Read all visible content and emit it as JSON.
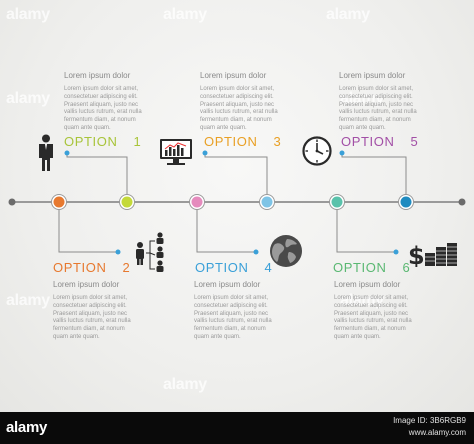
{
  "watermark": "alamy",
  "heading": "Lorem ipsum dolor",
  "body_lines": [
    "Lorem ipsum dolor sit amet,",
    "consectetuer adipiscing elit.",
    "Praesent aliquam, justo nec",
    "vallis luctus rutrum, erat nulla",
    "fermentum diam, at nonum",
    "quam ante quam."
  ],
  "options": [
    {
      "label": "OPTION",
      "num": "1",
      "color": "#a8c43a",
      "icon": "businessman-icon"
    },
    {
      "label": "OPTION",
      "num": "2",
      "color": "#e7792f",
      "icon": "org-chart-icon"
    },
    {
      "label": "OPTION",
      "num": "3",
      "color": "#e9a025",
      "icon": "monitor-chart-icon"
    },
    {
      "label": "OPTION",
      "num": "4",
      "color": "#3aa0d8",
      "icon": "globe-icon"
    },
    {
      "label": "OPTION",
      "num": "5",
      "color": "#a24fa6",
      "icon": "clock-icon"
    },
    {
      "label": "OPTION",
      "num": "6",
      "color": "#5ab872",
      "icon": "money-stack-icon"
    }
  ],
  "nodes": [
    {
      "color": "#e7792f"
    },
    {
      "color": "#c4d93a"
    },
    {
      "color": "#e58bbd"
    },
    {
      "color": "#7ec4e6"
    },
    {
      "color": "#5ac2ab"
    },
    {
      "color": "#1f8bc0"
    }
  ],
  "footer": {
    "brand": "alamy",
    "image_id": "Image ID: 3B6RGB9",
    "site": "www.alamy.com"
  }
}
